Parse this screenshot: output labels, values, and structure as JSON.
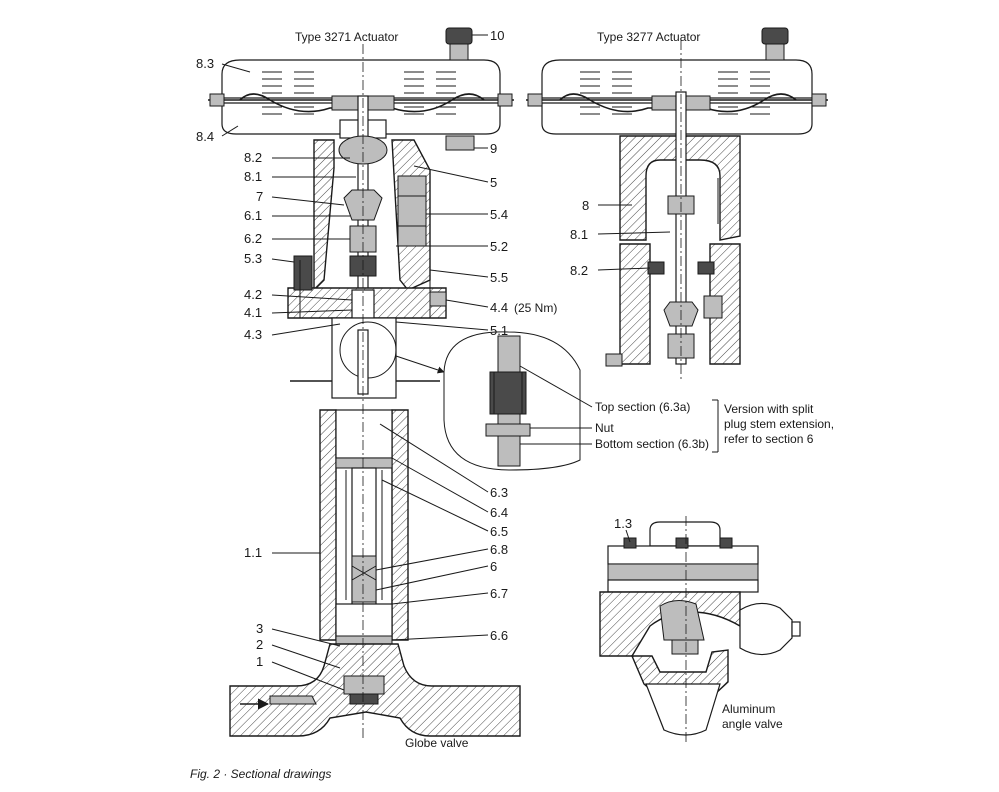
{
  "titles": {
    "actuator_3271": "Type 3271 Actuator",
    "actuator_3277": "Type 3277 Actuator"
  },
  "left_labels": [
    "8.3",
    "8.4",
    "8.2",
    "8.1",
    "7",
    "6.1",
    "6.2",
    "5.3",
    "4.2",
    "4.1",
    "4.3",
    "1.1",
    "3",
    "2",
    "1"
  ],
  "right_labels": [
    "10",
    "9",
    "5",
    "5.4",
    "5.2",
    "5.5",
    "4.4",
    "5.1",
    "6.3",
    "6.4",
    "6.5",
    "6.8",
    "6",
    "6.7",
    "6.6"
  ],
  "torque_note": "(25 Nm)",
  "actuator_3277_labels": [
    "8",
    "8.1",
    "8.2"
  ],
  "detail": {
    "top_section": "Top section (6.3a)",
    "nut": "Nut",
    "bottom_section": "Bottom section (6.3b)",
    "version_note": [
      "Version with split",
      "plug stem extension,",
      "refer to section 6"
    ]
  },
  "angle_label": "1.3",
  "captions": {
    "globe_valve": "Globe valve",
    "angle_valve": [
      "Aluminum",
      "angle valve"
    ],
    "figure": "Fig. 2 · Sectional drawings"
  }
}
